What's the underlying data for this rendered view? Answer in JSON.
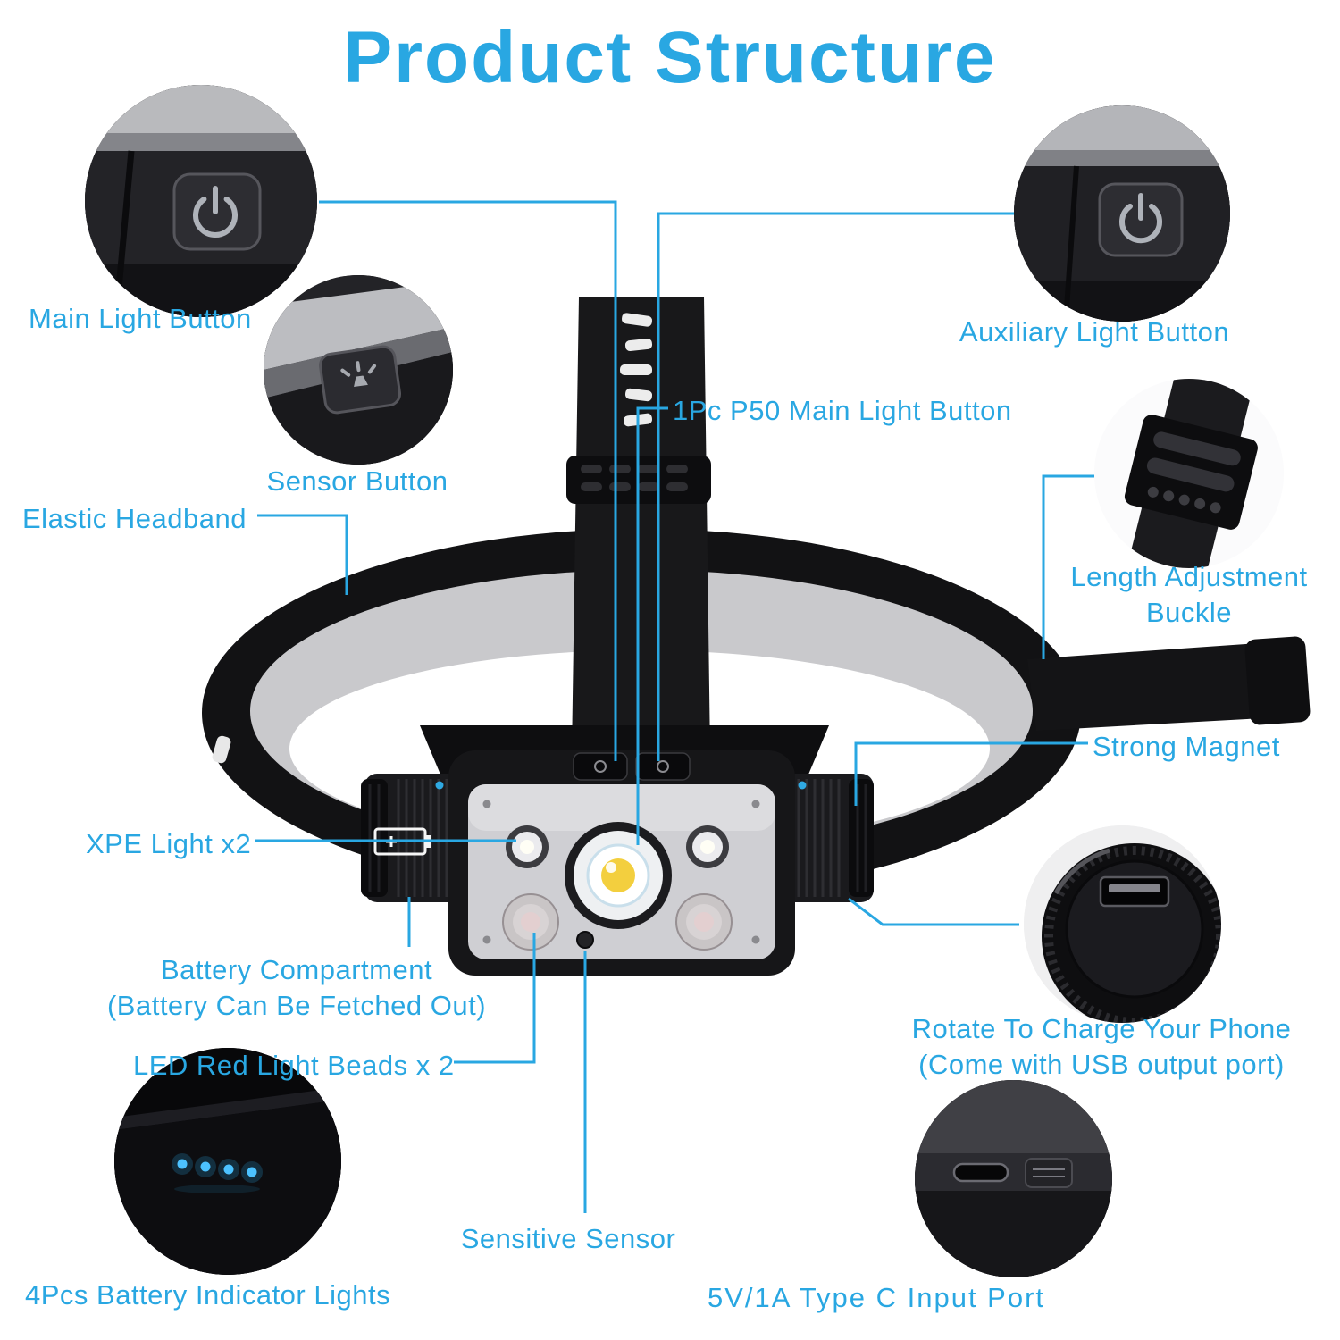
{
  "title": "Product Structure",
  "accent_color": "#29a7e2",
  "callouts": {
    "main_light_button": "Main Light Button",
    "auxiliary_light_button": "Auxiliary Light Button",
    "sensor_button": "Sensor Button",
    "elastic_headband": "Elastic Headband",
    "p50_main_light_button": "1Pc P50 Main Light Button",
    "length_adjustment_buckle_line1": "Length Adjustment",
    "length_adjustment_buckle_line2": "Buckle",
    "strong_magnet": "Strong Magnet",
    "xpe_light": "XPE Light x2",
    "battery_compartment_line1": "Battery Compartment",
    "battery_compartment_line2": "(Battery Can Be Fetched Out)",
    "led_red_light_beads": "LED Red Light Beads x 2",
    "rotate_to_charge_line1": "Rotate To Charge Your Phone",
    "rotate_to_charge_line2": "(Come with USB output port)",
    "sensitive_sensor": "Sensitive Sensor",
    "battery_indicator_lights": "4Pcs Battery Indicator Lights",
    "type_c_input_port": "5V/1A Type C Input Port"
  },
  "insets": {
    "main_light_button_icon": "power-icon",
    "auxiliary_light_button_icon": "power-icon",
    "sensor_button_icon": "sensor-light-icon",
    "length_adjustment_buckle_icon": "strap-buckle",
    "rotate_to_charge_icon": "usb-a-output-port",
    "battery_indicator_icon": "four-blue-indicator-dots",
    "battery_indicator_dot_count": 4,
    "type_c_port_icon": "usb-c-port"
  }
}
